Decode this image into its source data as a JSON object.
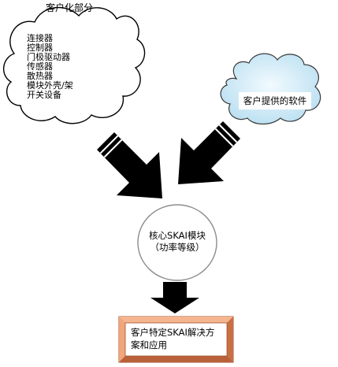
{
  "custom_parts": {
    "title": "客户化部分",
    "items": [
      "连接器",
      "控制器",
      "门极驱动器",
      "传感器",
      "散热器",
      "模块外壳/架",
      "开关设备"
    ]
  },
  "customer_software": {
    "label": "客户提供的软件"
  },
  "core_module": {
    "line1": "核心SKAI模块",
    "line2": "（功率等级）"
  },
  "solution": {
    "line1": "客户特定SKAI解决方",
    "line2": "案和应用"
  },
  "colors": {
    "cloud_fill": "#ffffff",
    "software_cloud_fill": "#c7e6f4",
    "arrow": "#000000",
    "solution_outer": "#e8956a",
    "solution_inner": "#ffffff"
  }
}
